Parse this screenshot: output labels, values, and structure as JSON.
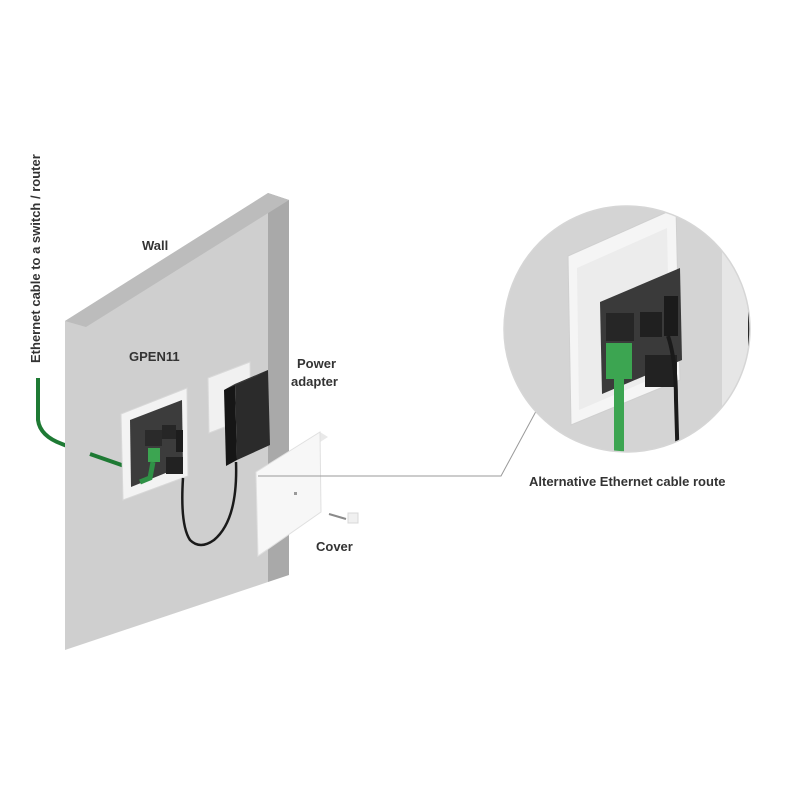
{
  "labels": {
    "wall": "Wall",
    "device": "GPEN11",
    "power_line1": "Power",
    "power_line2": "adapter",
    "cover": "Cover",
    "ethernet_vertical": "Ethernet cable to a switch / router",
    "alt_route": "Alternative Ethernet cable route"
  },
  "colors": {
    "wall_front": "#cfcfcf",
    "wall_side": "#a8a8a8",
    "wall_top": "#bdbdbd",
    "plate": "#f2f2f2",
    "board": "#3c3c3c",
    "connector": "#2a2a2a",
    "ethernet_cable": "#1e7a34",
    "ethernet_plug": "#3ca551",
    "power_cable": "#1a1a1a",
    "leader_line": "#9a9a9a",
    "text": "#333333"
  },
  "icons": [
    "wall-mount-box",
    "power-adapter-icon",
    "cover-icon",
    "screw-icon",
    "rj45-connector-icon"
  ]
}
